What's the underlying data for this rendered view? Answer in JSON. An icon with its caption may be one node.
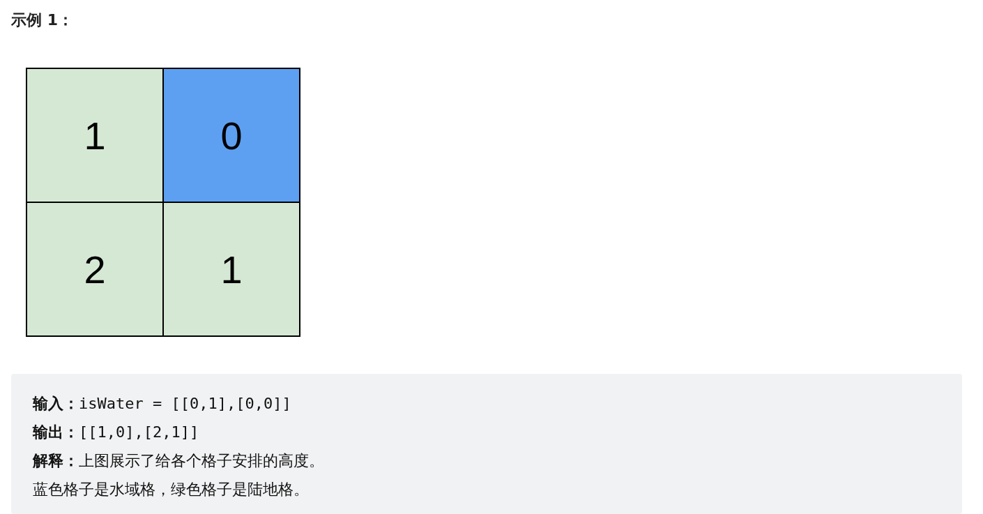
{
  "diagram": {
    "title": "示例 1：",
    "nodes": [
      {
        "text": [
          "1"
        ]
      },
      {
        "text": [
          "0"
        ]
      },
      {
        "text": [
          "2"
        ]
      },
      {
        "text": [
          "1"
        ]
      }
    ],
    "labels": [
      "**输入：**isWater = [[0,1],[0,0]]",
      "**输出：**[[1,0],[2,1]]",
      "**解释：**上图展示了给各个格子安排的高度。",
      "蓝色格子是水域格，绿色格子是陆地格。"
    ]
  }
}
